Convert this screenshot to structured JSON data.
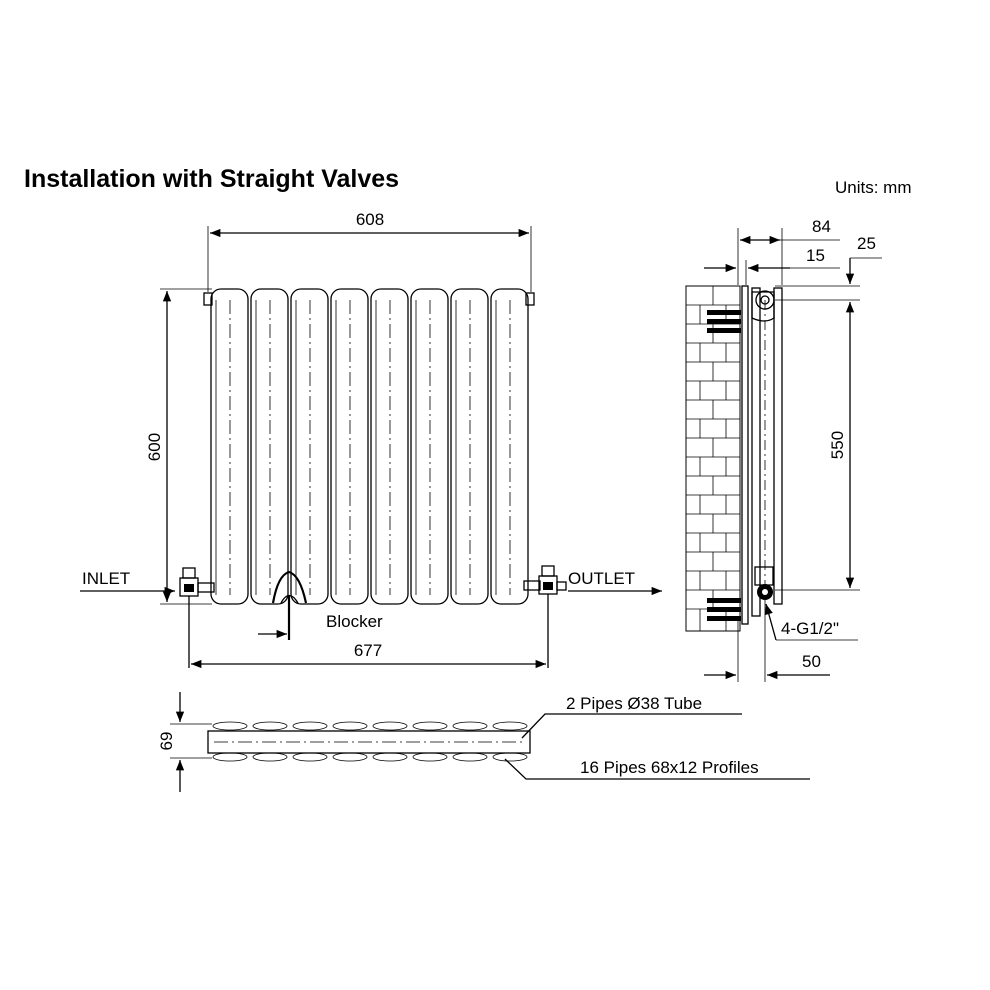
{
  "title": "Installation with Straight Valves",
  "units": "Units: mm",
  "front_view": {
    "width_label": "608",
    "height_label": "600",
    "inlet_label": "INLET",
    "outlet_label": "OUTLET",
    "blocker_label": "Blocker",
    "valve_span_label": "677"
  },
  "side_view": {
    "depth_label": "84",
    "offset_label": "15",
    "top_label": "25",
    "centres_label": "550",
    "thread_label": "4-G1/2\"",
    "bottom_label": "50"
  },
  "top_view": {
    "depth_label": "69",
    "tube_label": "2 Pipes Ø38 Tube",
    "profiles_label": "16 Pipes 68x12  Profiles"
  }
}
